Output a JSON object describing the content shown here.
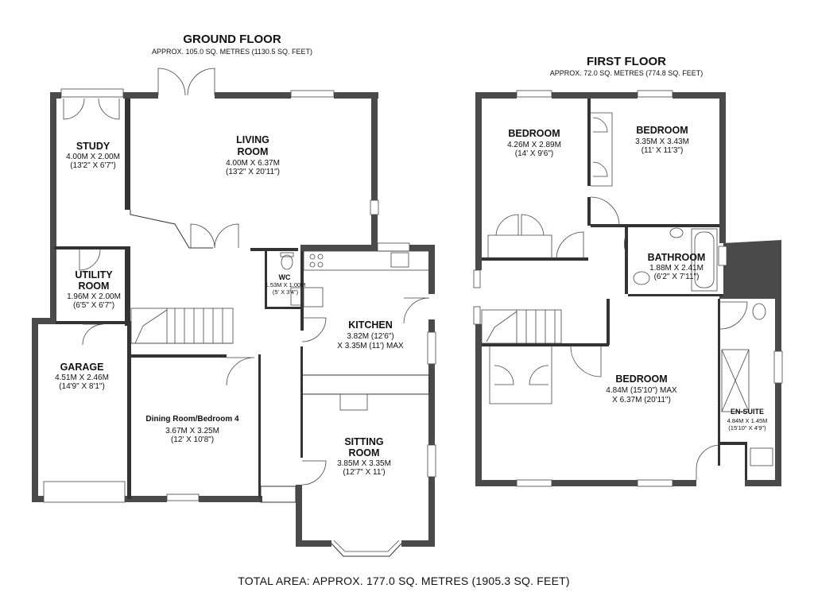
{
  "ground_floor": {
    "title": "GROUND FLOOR",
    "area": "APPROX. 105.0 SQ. METRES (1130.5 SQ. FEET)",
    "rooms": {
      "study": {
        "name": "STUDY",
        "dim_m": "4.00M X 2.00M",
        "dim_ft": "(13'2\" X 6'7\")"
      },
      "living": {
        "name1": "LIVING",
        "name2": "ROOM",
        "dim_m": "4.00M X 6.37M",
        "dim_ft": "(13'2\" X 20'11\")"
      },
      "utility": {
        "name1": "UTILITY",
        "name2": "ROOM",
        "dim_m": "1.96M X 2.00M",
        "dim_ft": "(6'5\" X 6'7\")"
      },
      "wc": {
        "name": "WC",
        "dim_m": "1.53M X 1.00M",
        "dim_ft": "(5' X 3'4\")"
      },
      "kitchen": {
        "name": "KITCHEN",
        "dim_1": "3.82M (12'6\")",
        "dim_2": "X 3.35M (11') MAX"
      },
      "garage": {
        "name": "GARAGE",
        "dim_m": "4.51M X 2.46M",
        "dim_ft": "(14'9\" X 8'1\")"
      },
      "dining": {
        "name": "Dining Room/Bedroom 4",
        "dim_m": "3.67M X 3.25M",
        "dim_ft": "(12' X 10'8\")"
      },
      "sitting": {
        "name1": "SITTING",
        "name2": "ROOM",
        "dim_m": "3.85M X 3.35M",
        "dim_ft": "(12'7\" X 11')"
      }
    }
  },
  "first_floor": {
    "title": "FIRST FLOOR",
    "area": "APPROX. 72.0 SQ. METRES (774.8 SQ. FEET)",
    "rooms": {
      "bedroom1": {
        "name": "BEDROOM",
        "dim_m": "4.26M X 2.89M",
        "dim_ft": "(14' X 9'6\")"
      },
      "bedroom2": {
        "name": "BEDROOM",
        "dim_m": "3.35M X 3.43M",
        "dim_ft": "(11' X 11'3\")"
      },
      "bathroom": {
        "name": "BATHROOM",
        "dim_m": "1.88M X 2.41M",
        "dim_ft": "(6'2\" X 7'11\")"
      },
      "bedroom3": {
        "name": "BEDROOM",
        "dim_1": "4.84M (15'10\") MAX",
        "dim_2": "X 6.37M (20'11\")"
      },
      "ensuite": {
        "name": "EN-SUITE",
        "dim_m": "4.84M X 1.45M",
        "dim_ft": "(15'10\" X 4'9\")"
      }
    }
  },
  "total_area": "TOTAL AREA: APPROX. 177.0 SQ. METRES (1905.3 SQ. FEET)"
}
